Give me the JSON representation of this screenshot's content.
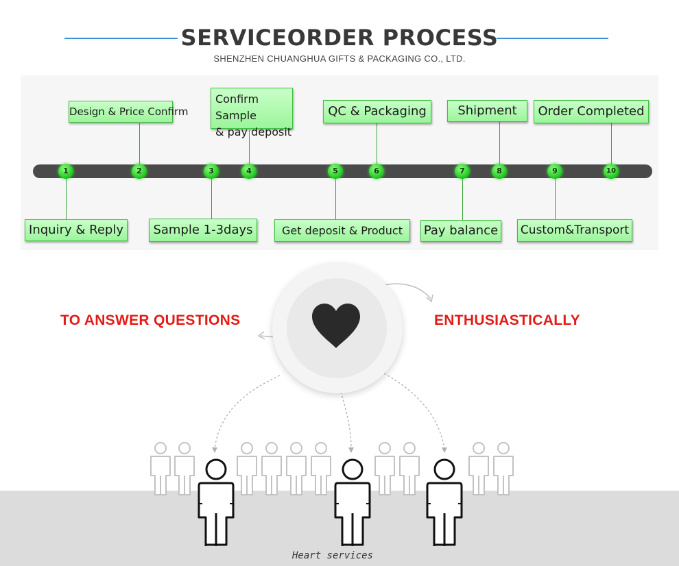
{
  "header": {
    "title": "SERVICEORDER PROCESS",
    "subtitle": "SHENZHEN CHUANGHUA GIFTS & PACKAGING CO., LTD."
  },
  "timeline": {
    "nodes": [
      "1",
      "2",
      "3",
      "4",
      "5",
      "6",
      "7",
      "8",
      "9",
      "10"
    ],
    "top_steps": [
      {
        "text": "Design & Price Confirm"
      },
      {
        "line1": "Confirm Sample",
        "line2": "& pay deposit"
      },
      {
        "text": "QC & Packaging"
      },
      {
        "text": "Shipment"
      },
      {
        "text": "Order Completed"
      }
    ],
    "bottom_steps": [
      {
        "text": "Inquiry & Reply"
      },
      {
        "text": "Sample 1-3days"
      },
      {
        "text": "Get deposit & Product"
      },
      {
        "text": "Pay balance"
      },
      {
        "text": "Custom&Transport"
      }
    ],
    "colors": {
      "accent_green": "#1ec21e",
      "box_fill": "#b5fab5",
      "bar": "#4a4a4a"
    }
  },
  "service": {
    "left_text": "TO ANSWER QUESTIONS",
    "right_text": "ENTHUSIASTICALLY",
    "caption": "Heart services",
    "icon": "heart-icon",
    "text_color": "#e31b17"
  }
}
